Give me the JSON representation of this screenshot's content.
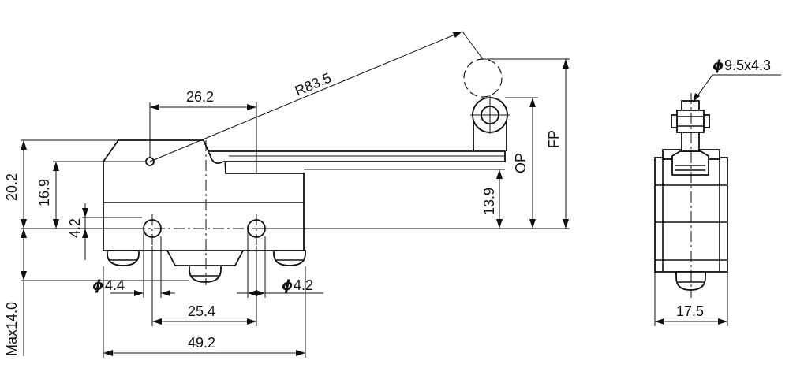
{
  "front_view": {
    "dim_26_2": "26.2",
    "dim_r83_5": "R83.5",
    "dim_20_2": "20.2",
    "dim_16_9": "16.9",
    "dim_4_2": "4.2",
    "dim_13_9": "13.9",
    "dim_op": "OP",
    "dim_fp": "FP",
    "dim_max14": "Max14.0",
    "dim_hole_left": "4.4",
    "dim_hole_right": "4.2",
    "dim_25_4": "25.4",
    "dim_49_2": "49.2",
    "phi_symbol": "ϕ"
  },
  "side_view": {
    "dim_roller": "9.5x4.3",
    "dim_17_5": "17.5",
    "phi_symbol": "ϕ"
  }
}
